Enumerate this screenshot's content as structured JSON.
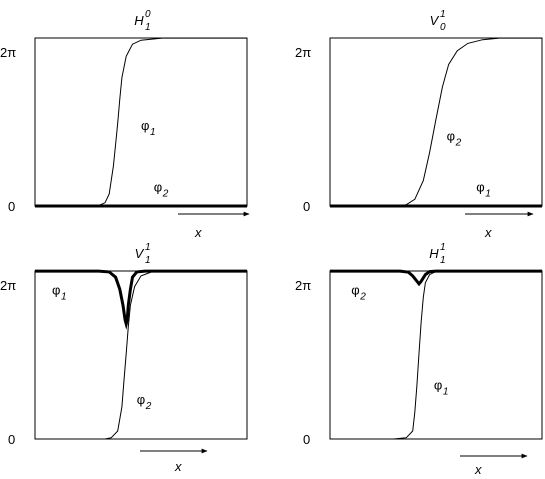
{
  "chart_data": [
    {
      "type": "line",
      "title": {
        "base": "H",
        "sub": "1",
        "sup": "0"
      },
      "xlabel": "x",
      "yticks": [
        "0",
        "2π"
      ],
      "ylim": [
        0,
        6.2832
      ],
      "xlim": [
        0,
        1
      ],
      "series": [
        {
          "name": "φ1",
          "style": "thin",
          "points": [
            [
              0,
              0
            ],
            [
              0.25,
              0
            ],
            [
              0.3,
              0.02
            ],
            [
              0.33,
              0.12
            ],
            [
              0.35,
              0.45
            ],
            [
              0.37,
              1.5
            ],
            [
              0.38,
              2.3
            ],
            [
              0.39,
              3.1
            ],
            [
              0.4,
              4.0
            ],
            [
              0.41,
              4.8
            ],
            [
              0.43,
              5.6
            ],
            [
              0.46,
              6.05
            ],
            [
              0.5,
              6.2
            ],
            [
              0.6,
              6.28
            ],
            [
              1,
              6.28
            ]
          ]
        },
        {
          "name": "φ2",
          "style": "thick",
          "points": [
            [
              0,
              0
            ],
            [
              1,
              0
            ]
          ]
        }
      ],
      "annotations": [
        {
          "base": "φ",
          "sub": "1",
          "x": 0.5,
          "y": 2.85
        },
        {
          "base": "φ",
          "sub": "2",
          "x": 0.56,
          "y": 0.55
        }
      ]
    },
    {
      "type": "line",
      "title": {
        "base": "V",
        "sub": "0",
        "sup": "1"
      },
      "xlabel": "x",
      "yticks": [
        "0",
        "2π"
      ],
      "ylim": [
        0,
        6.2832
      ],
      "xlim": [
        0,
        1
      ],
      "series": [
        {
          "name": "φ2",
          "style": "thin",
          "points": [
            [
              0,
              0
            ],
            [
              0.3,
              0
            ],
            [
              0.36,
              0.05
            ],
            [
              0.4,
              0.25
            ],
            [
              0.44,
              0.95
            ],
            [
              0.47,
              2.0
            ],
            [
              0.5,
              3.25
            ],
            [
              0.53,
              4.45
            ],
            [
              0.56,
              5.3
            ],
            [
              0.6,
              5.8
            ],
            [
              0.65,
              6.08
            ],
            [
              0.72,
              6.22
            ],
            [
              0.8,
              6.28
            ],
            [
              1,
              6.28
            ]
          ]
        },
        {
          "name": "φ1",
          "style": "thick",
          "points": [
            [
              0,
              0
            ],
            [
              1,
              0
            ]
          ]
        }
      ],
      "annotations": [
        {
          "base": "φ",
          "sub": "2",
          "x": 0.55,
          "y": 2.45
        },
        {
          "base": "φ",
          "sub": "1",
          "x": 0.69,
          "y": 0.55
        }
      ]
    },
    {
      "type": "line",
      "title": {
        "base": "V",
        "sub": "1",
        "sup": "1"
      },
      "xlabel": "x",
      "yticks": [
        "0",
        "2π"
      ],
      "ylim": [
        0,
        6.2832
      ],
      "xlim": [
        0,
        1
      ],
      "series": [
        {
          "name": "φ2",
          "style": "thin",
          "points": [
            [
              0,
              0
            ],
            [
              0.33,
              0
            ],
            [
              0.36,
              0.05
            ],
            [
              0.39,
              0.3
            ],
            [
              0.41,
              1.2
            ],
            [
              0.42,
              2.2
            ],
            [
              0.43,
              3.2
            ],
            [
              0.44,
              4.2
            ],
            [
              0.45,
              5.0
            ],
            [
              0.47,
              5.7
            ],
            [
              0.5,
              6.1
            ],
            [
              0.55,
              6.25
            ],
            [
              0.6,
              6.28
            ],
            [
              1,
              6.28
            ]
          ]
        },
        {
          "name": "φ1",
          "style": "thick",
          "points": [
            [
              0,
              6.28
            ],
            [
              0.3,
              6.28
            ],
            [
              0.35,
              6.25
            ],
            [
              0.38,
              6.05
            ],
            [
              0.4,
              5.6
            ],
            [
              0.415,
              5.0
            ],
            [
              0.425,
              4.45
            ],
            [
              0.43,
              4.3
            ],
            [
              0.435,
              4.45
            ],
            [
              0.44,
              5.0
            ],
            [
              0.45,
              5.6
            ],
            [
              0.46,
              6.05
            ],
            [
              0.48,
              6.25
            ],
            [
              0.52,
              6.28
            ],
            [
              1,
              6.28
            ]
          ]
        }
      ],
      "annotations": [
        {
          "base": "φ",
          "sub": "1",
          "x": 0.08,
          "y": 5.4
        },
        {
          "base": "φ",
          "sub": "2",
          "x": 0.48,
          "y": 1.3
        }
      ]
    },
    {
      "type": "line",
      "title": {
        "base": "H",
        "sub": "1",
        "sup": "1"
      },
      "xlabel": "x",
      "yticks": [
        "0",
        "2π"
      ],
      "ylim": [
        0,
        6.2832
      ],
      "xlim": [
        0,
        1
      ],
      "series": [
        {
          "name": "φ1",
          "style": "thin",
          "points": [
            [
              0,
              0
            ],
            [
              0.3,
              0
            ],
            [
              0.36,
              0.05
            ],
            [
              0.39,
              0.3
            ],
            [
              0.4,
              1.0
            ],
            [
              0.41,
              2.0
            ],
            [
              0.42,
              3.2
            ],
            [
              0.43,
              4.4
            ],
            [
              0.44,
              5.3
            ],
            [
              0.45,
              5.85
            ],
            [
              0.47,
              6.15
            ],
            [
              0.5,
              6.27
            ],
            [
              1,
              6.28
            ]
          ]
        },
        {
          "name": "φ2",
          "style": "thick",
          "points": [
            [
              0,
              6.28
            ],
            [
              0.33,
              6.28
            ],
            [
              0.37,
              6.24
            ],
            [
              0.39,
              6.1
            ],
            [
              0.41,
              5.9
            ],
            [
              0.42,
              5.8
            ],
            [
              0.43,
              5.9
            ],
            [
              0.45,
              6.15
            ],
            [
              0.47,
              6.26
            ],
            [
              0.5,
              6.28
            ],
            [
              1,
              6.28
            ]
          ]
        }
      ],
      "annotations": [
        {
          "base": "φ",
          "sub": "2",
          "x": 0.1,
          "y": 5.4
        },
        {
          "base": "φ",
          "sub": "1",
          "x": 0.49,
          "y": 1.85
        }
      ]
    }
  ]
}
